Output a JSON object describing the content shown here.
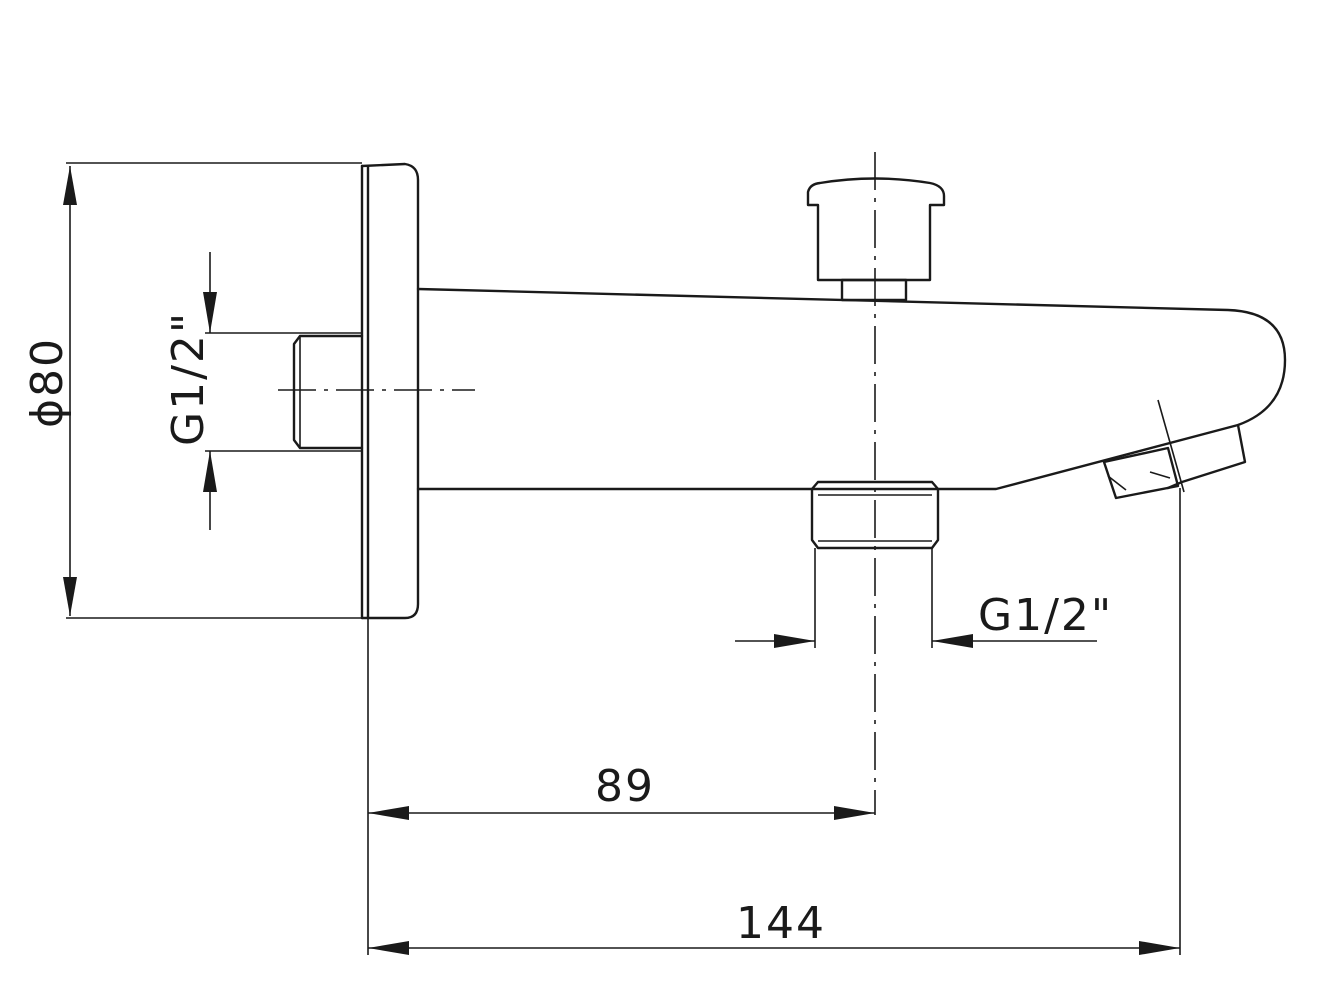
{
  "diagram": {
    "dimensions": {
      "diameter": "ϕ80",
      "inlet_thread": "G1/2\"",
      "outlet_thread": "G1/2\"",
      "center_distance": "89",
      "overall_length": "144"
    },
    "colors": {
      "line": "#1a1a1a",
      "background": "#ffffff"
    }
  }
}
